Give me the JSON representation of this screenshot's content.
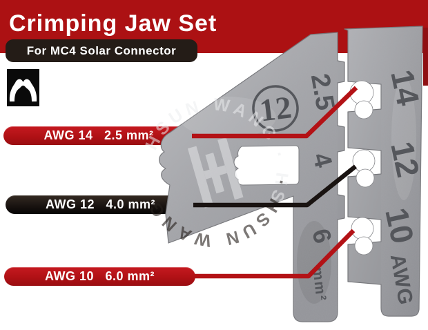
{
  "header": {
    "title": "Crimping Jaw Set",
    "subtitle": "For MC4 Solar Connector"
  },
  "callouts": [
    {
      "label": "AWG 14   2.5 mm²",
      "color": "red"
    },
    {
      "label": "AWG 12   4.0 mm²",
      "color": "black"
    },
    {
      "label": "AWG 10   6.0 mm²",
      "color": "red"
    }
  ],
  "jaw": {
    "stamp": "12",
    "size_markings": [
      "2.5",
      "4",
      "6",
      "mm²"
    ],
    "awg_markings": [
      "14",
      "12",
      "10",
      "AWG"
    ]
  },
  "watermark": {
    "arc_top": "HSUN WANG · HS",
    "arc_bottom": "· HSUN WANG ·"
  },
  "colors": {
    "brand_red": "#ac1113",
    "pill_red": "#b01115",
    "pill_black": "#1a1411",
    "metal_gray": "#a3a4a8"
  }
}
